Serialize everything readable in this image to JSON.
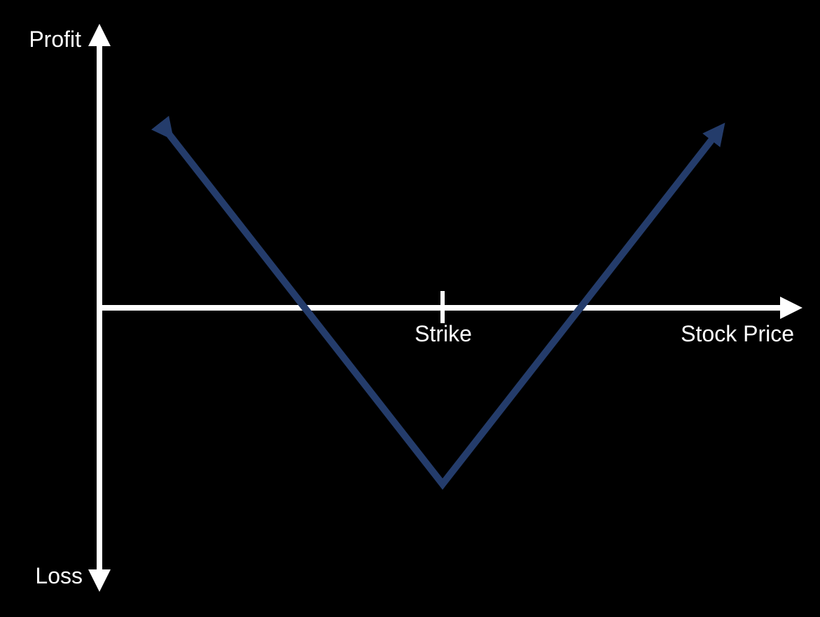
{
  "chart_data": {
    "type": "line",
    "title": "",
    "ylabel_top": "Profit",
    "ylabel_bottom": "Loss",
    "xlabel": "Stock Price",
    "strike_label": "Strike",
    "grid": false,
    "series": [
      {
        "color": "#243c6b",
        "x": [
          -0.8,
          0,
          0.8
        ],
        "y": [
          0.8,
          -0.8,
          0.8
        ]
      }
    ],
    "xlim": [
      -1,
      1
    ],
    "ylim": [
      -1,
      1
    ],
    "strike_x": 0
  },
  "colors": {
    "background": "#000000",
    "axes": "#ffffff",
    "payoff_line": "#243c6b"
  }
}
